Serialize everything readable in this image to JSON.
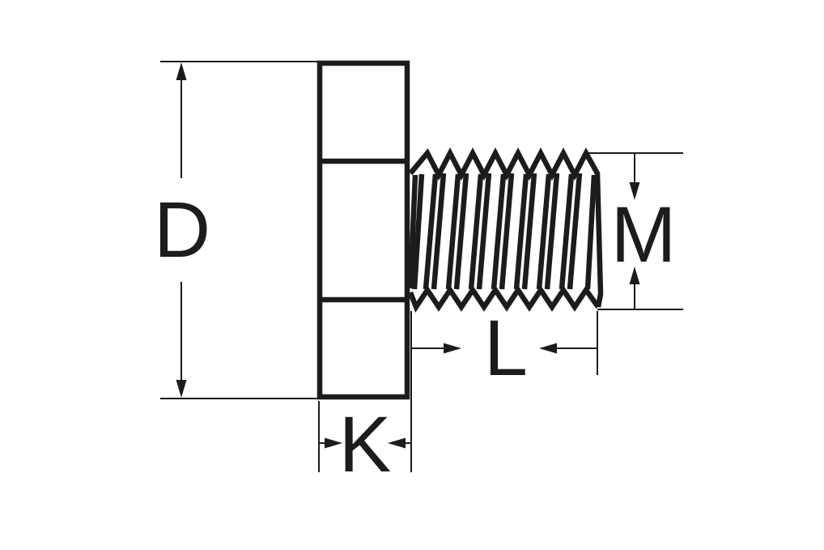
{
  "diagram": {
    "kind": "screw-dimension-drawing",
    "labels": {
      "head_width": "D",
      "thread_diameter": "M",
      "thread_length": "L",
      "head_height": "K"
    },
    "colors": {
      "line": "#1c1c1c",
      "background": "#ffffff"
    }
  }
}
